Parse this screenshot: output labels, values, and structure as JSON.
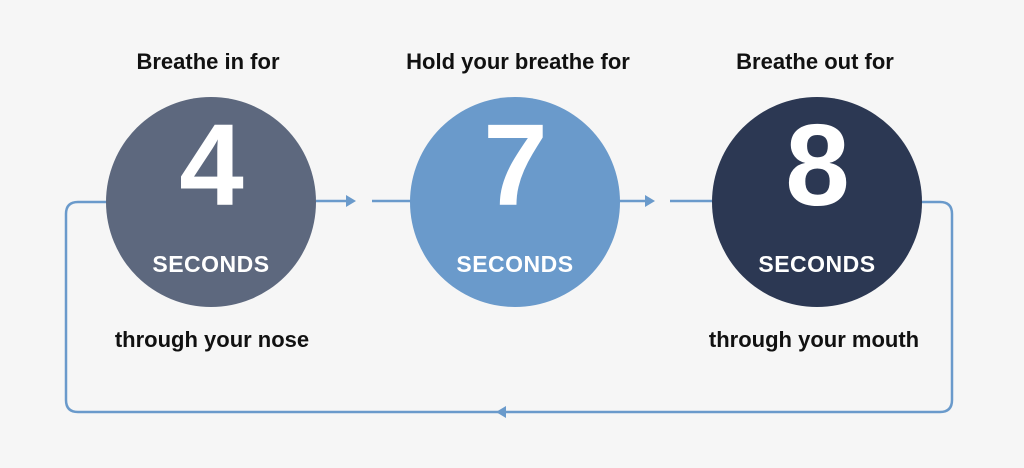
{
  "steps": [
    {
      "title": "Breathe in for",
      "number": "4",
      "unit": "SECONDS",
      "subtitle": "through your nose",
      "color": "#5d687e"
    },
    {
      "title": "Hold your breathe for",
      "number": "7",
      "unit": "SECONDS",
      "subtitle": "",
      "color": "#6a9acb"
    },
    {
      "title": "Breathe out for",
      "number": "8",
      "unit": "SECONDS",
      "subtitle": "through your mouth",
      "color": "#2c3853"
    }
  ],
  "colors": {
    "background": "#f6f6f6",
    "flow_line": "#6a9acb",
    "text": "#111111"
  }
}
